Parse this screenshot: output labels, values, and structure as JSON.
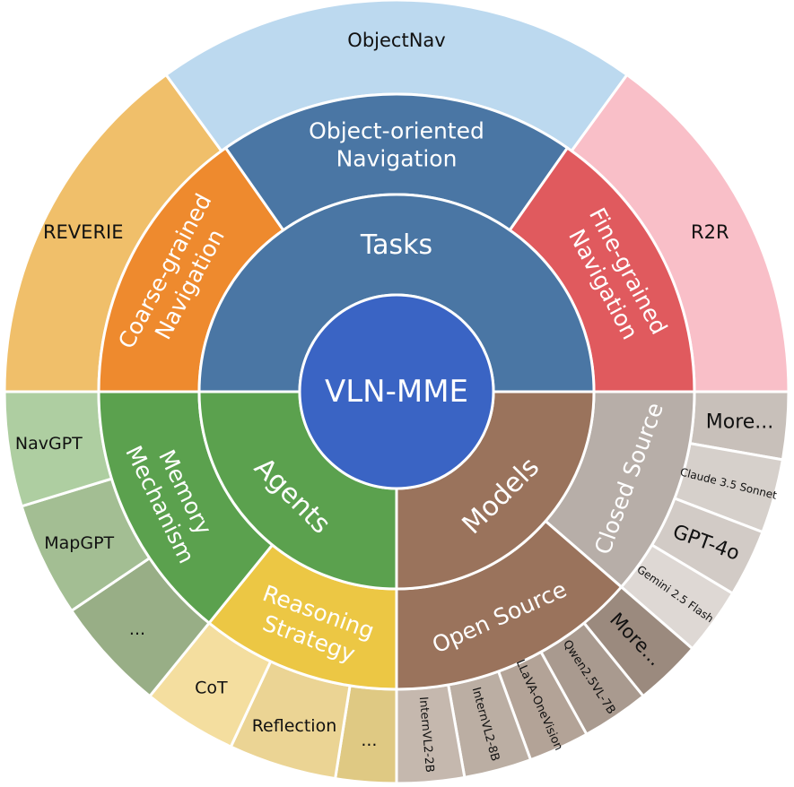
{
  "center": {
    "label": "VLN-MME",
    "color": "#3A64C4"
  },
  "ring1": [
    {
      "id": "tasks",
      "label": "Tasks",
      "color": "#4A76A4",
      "text_color": "#ffffff"
    },
    {
      "id": "models",
      "label": "Models",
      "color": "#9A735C",
      "text_color": "#ffffff"
    },
    {
      "id": "agents",
      "label": "Agents",
      "color": "#5BA14E",
      "text_color": "#ffffff"
    }
  ],
  "ring2": [
    {
      "id": "coarse-grained-navigation",
      "label": "Coarse-grained Navigation",
      "color": "#EE8A2E",
      "text_color": "#ffffff"
    },
    {
      "id": "object-oriented-navigation",
      "label": "Object-oriented Navigation",
      "color": "#4A76A4",
      "text_color": "#ffffff"
    },
    {
      "id": "fine-grained-navigation",
      "label": "Fine-grained Navigation",
      "color": "#E05A5E",
      "text_color": "#ffffff"
    },
    {
      "id": "closed-source",
      "label": "Closed Source",
      "color": "#B7AEA8",
      "text_color": "#ffffff"
    },
    {
      "id": "open-source",
      "label": "Open Source",
      "color": "#9A735C",
      "text_color": "#ffffff"
    },
    {
      "id": "reasoning-strategy",
      "label": "Reasoning Strategy",
      "color": "#ECC744",
      "text_color": "#ffffff"
    },
    {
      "id": "memory-mechanism",
      "label": "Memory Mechanism",
      "color": "#5BA14E",
      "text_color": "#ffffff"
    }
  ],
  "ring3": [
    {
      "id": "reverie",
      "label": "REVERIE",
      "color": "#F0BF6A",
      "text_color": "#111111"
    },
    {
      "id": "objectnav",
      "label": "ObjectNav",
      "color": "#BCD9EF",
      "text_color": "#111111"
    },
    {
      "id": "r2r",
      "label": "R2R",
      "color": "#F9BFC8",
      "text_color": "#111111"
    },
    {
      "id": "closed-more",
      "label": "More...",
      "color": "#C8C0BA",
      "text_color": "#111111"
    },
    {
      "id": "claude-3-5-sonnet",
      "label": "Claude 3.5 Sonnet",
      "color": "#D6D0CB",
      "text_color": "#111111"
    },
    {
      "id": "gpt-4o",
      "label": "GPT-4o",
      "color": "#D2CBC6",
      "text_color": "#111111"
    },
    {
      "id": "gemini-2-5-flash",
      "label": "Gemini 2.5 Flash",
      "color": "#DED8D4",
      "text_color": "#111111"
    },
    {
      "id": "open-more",
      "label": "More...",
      "color": "#9B8A7E",
      "text_color": "#111111"
    },
    {
      "id": "qwen2-5vl-7b",
      "label": "Qwen2.5VL-7B",
      "color": "#A99A8F",
      "text_color": "#111111"
    },
    {
      "id": "llava-onevision",
      "label": "LLaVA-OneVision",
      "color": "#B3A397",
      "text_color": "#111111"
    },
    {
      "id": "internvl2-8b",
      "label": "InternVL2-8B",
      "color": "#BBAEA3",
      "text_color": "#111111"
    },
    {
      "id": "internvl2-2b",
      "label": "InternVL2-2B",
      "color": "#C5B8AE",
      "text_color": "#111111"
    },
    {
      "id": "reasoning-ellipsis",
      "label": "...",
      "color": "#DFC983",
      "text_color": "#111111"
    },
    {
      "id": "reflection",
      "label": "Reflection",
      "color": "#EBD494",
      "text_color": "#111111"
    },
    {
      "id": "cot",
      "label": "CoT",
      "color": "#F4DE9F",
      "text_color": "#111111"
    },
    {
      "id": "memory-ellipsis",
      "label": "...",
      "color": "#98AE86",
      "text_color": "#111111"
    },
    {
      "id": "mapgpt",
      "label": "MapGPT",
      "color": "#A3BE93",
      "text_color": "#111111"
    },
    {
      "id": "navgpt",
      "label": "NavGPT",
      "color": "#AECEA1",
      "text_color": "#111111"
    }
  ]
}
